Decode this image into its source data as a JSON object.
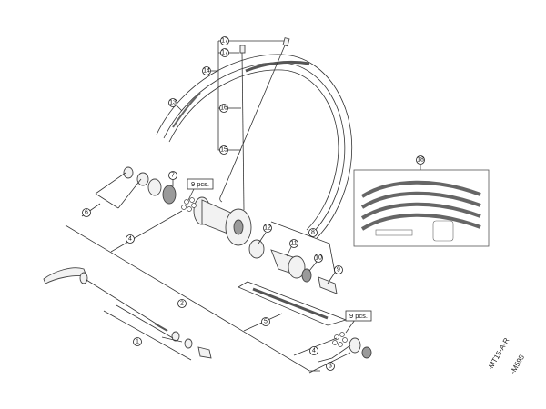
{
  "diagram": {
    "callouts": {
      "c1": "1",
      "c2": "2",
      "c3": "3",
      "c4a": "4",
      "c4b": "4",
      "c5": "5",
      "c6": "6",
      "c7": "7",
      "c8": "8",
      "c9": "9",
      "c10": "10",
      "c11": "11",
      "c12": "12",
      "c13": "13",
      "c14": "14",
      "c15": "15",
      "c16": "16",
      "c17a": "17",
      "c17b": "17",
      "c18": "18"
    },
    "quantity_labels": {
      "upper": "9 pcs.",
      "lower": "9 pcs."
    },
    "codes": {
      "rim_code": "-MT15-A-R",
      "hub_code": "-M595"
    }
  }
}
